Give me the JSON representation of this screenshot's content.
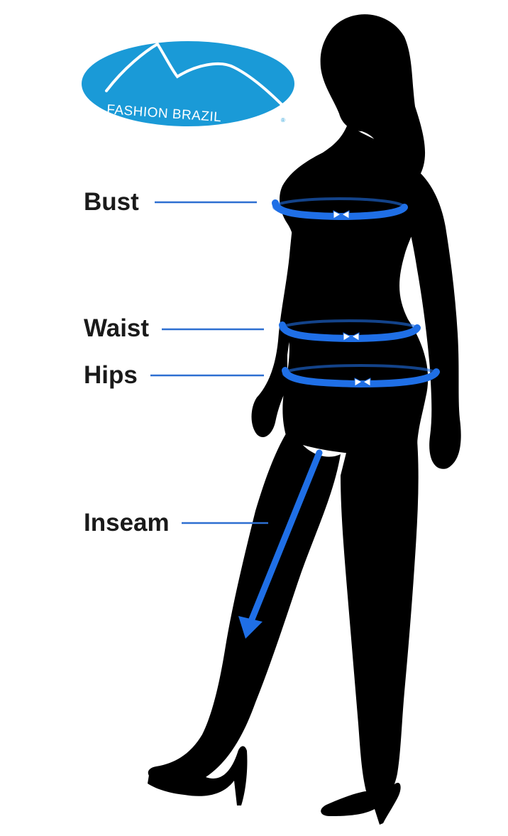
{
  "logo": {
    "text": "FASHION BRAZIL",
    "registered_mark": "®",
    "color": "#1a9ad7"
  },
  "colors": {
    "silhouette": "#000000",
    "measure_band": "#1f6fe6",
    "leader_line": "#2d6fd1",
    "label_text": "#1a1a1a"
  },
  "measurements": [
    {
      "id": "bust",
      "label": "Bust",
      "type": "ring"
    },
    {
      "id": "waist",
      "label": "Waist",
      "type": "ring"
    },
    {
      "id": "hips",
      "label": "Hips",
      "type": "ring"
    },
    {
      "id": "inseam",
      "label": "Inseam",
      "type": "arrow"
    }
  ]
}
